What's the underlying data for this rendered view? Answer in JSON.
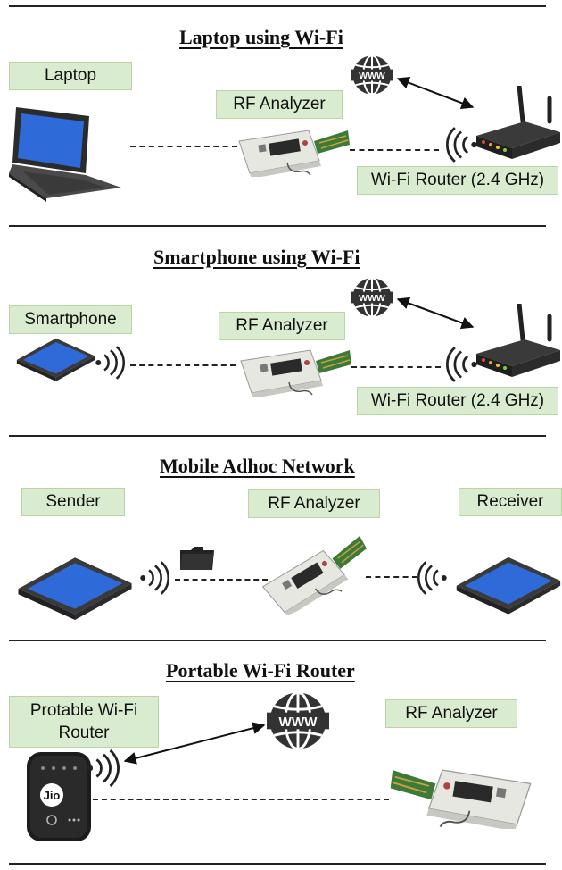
{
  "sections": [
    {
      "title": "Laptop using Wi-Fi",
      "left_label": "Laptop",
      "analyzer_label": "RF Analyzer",
      "router_label": "Wi-Fi Router (2.4 GHz)",
      "internet_icon_text": "WWW"
    },
    {
      "title": "Smartphone using Wi-Fi",
      "left_label": "Smartphone",
      "analyzer_label": "RF Analyzer",
      "router_label": "Wi-Fi Router (2.4 GHz)",
      "internet_icon_text": "WWW"
    },
    {
      "title": "Mobile Adhoc Network",
      "sender_label": "Sender",
      "analyzer_label": "RF Analyzer",
      "receiver_label": "Receiver"
    },
    {
      "title": "Portable Wi-Fi Router",
      "router_label_line1": "Protable Wi-Fi",
      "router_label_line2": "Router",
      "analyzer_label": "RF Analyzer",
      "internet_icon_text": "WWW",
      "device_brand": "Jio"
    }
  ],
  "colors": {
    "label_bg": "#d9ecd0",
    "screen": "#2f6ad9",
    "device_dark": "#2b2b2b",
    "pcb": "#3d7a3a"
  },
  "icons": [
    "laptop-icon",
    "tablet-icon",
    "router-icon",
    "globe-icon",
    "wifi-signal-icon",
    "folder-icon",
    "rf-analyzer-icon",
    "portable-router-icon"
  ]
}
